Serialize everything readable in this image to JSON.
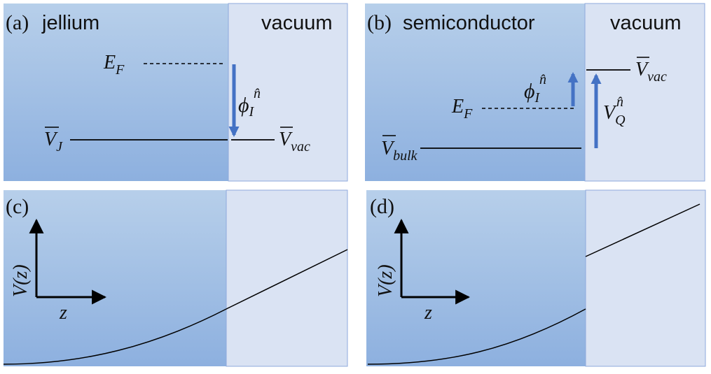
{
  "panels": {
    "a": {
      "tag": "(a)",
      "material": "jellium",
      "vacuum": "vacuum",
      "ef_base": "E",
      "ef_sub": "F",
      "phi_base": "ϕ",
      "phi_sub": "I",
      "phi_sup": "n̂",
      "vj_base": "V",
      "vj_sub": "J",
      "vvac_base": "V",
      "vvac_sub": "vac"
    },
    "b": {
      "tag": "(b)",
      "material": "semiconductor",
      "vacuum": "vacuum",
      "ef_base": "E",
      "ef_sub": "F",
      "phi_base": "ϕ",
      "phi_sub": "I",
      "phi_sup": "n̂",
      "vq_base": "V",
      "vq_sub": "Q",
      "vq_sup": "n̂",
      "vbulk_base": "V",
      "vbulk_sub": "bulk",
      "vvac_base": "V",
      "vvac_sub": "vac"
    },
    "c": {
      "tag": "(c)",
      "ylabel": "V(z)",
      "xlabel": "z"
    },
    "d": {
      "tag": "(d)",
      "ylabel": "V(z)",
      "xlabel": "z"
    }
  },
  "colors": {
    "material_top": "#b7cfea",
    "material_bottom": "#8db0df",
    "vacuum": "#dae3f3",
    "border": "#8faadc",
    "arrow": "#4472c4"
  }
}
